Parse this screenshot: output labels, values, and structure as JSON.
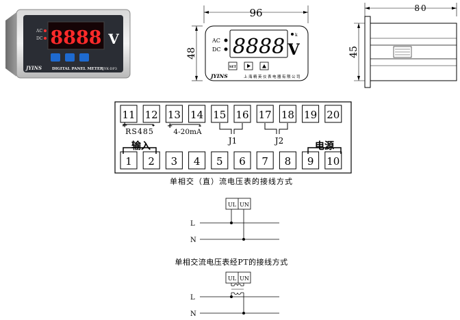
{
  "photo": {
    "brand": "JYINS",
    "label": "DIGITAL PANEL METER",
    "model": "JYK-DP3",
    "ac": "AC",
    "dc": "DC",
    "digits": "8888",
    "unit": "V"
  },
  "front_view": {
    "width_dim": "96",
    "height_dim": "48",
    "ac": "AC",
    "dc": "DC",
    "digits": "8888",
    "unit": "V",
    "k": "k",
    "set_label": "SET",
    "brand": "JYINS",
    "company": "上海精英仪表电器有限公司"
  },
  "side_view": {
    "depth_dim": "80",
    "height_dim": "45"
  },
  "terminal_block": {
    "top_numbers": [
      "11",
      "12",
      "13",
      "14",
      "15",
      "16",
      "17",
      "18",
      "19",
      "20"
    ],
    "bottom_numbers": [
      "1",
      "2",
      "3",
      "4",
      "5",
      "6",
      "7",
      "8",
      "9",
      "10"
    ],
    "rs485": "RS485",
    "analog_out": "4-20mA",
    "j1": "J1",
    "j2": "J2",
    "input": "输入",
    "power": "电源",
    "plus_minus_1_plus": "+",
    "plus_minus_1_minus": "-",
    "plus_minus_2_plus": "+",
    "plus_minus_2_minus": "-"
  },
  "caption1": "单相交（直）流电压表的接线方式",
  "wiring1": {
    "ul": "UL",
    "un": "UN",
    "l": "L",
    "n": "N"
  },
  "caption2": "单相交流电压表经PT的接线方式",
  "wiring2": {
    "ul": "UL",
    "un": "UN",
    "l": "L",
    "n": "N"
  }
}
